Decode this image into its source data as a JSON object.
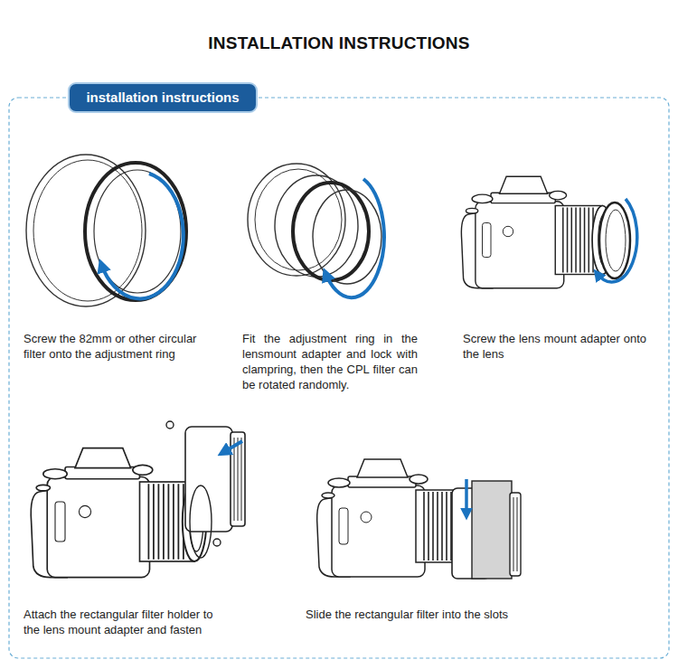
{
  "diagram": {
    "title": "INSTALLATION INSTRUCTIONS",
    "nodes": [
      {
        "text": [
          "installation instructions"
        ]
      }
    ],
    "labels": [
      "Screw the 82mm or other circular filter onto the adjustment ring",
      "Fit the adjustment ring in the lensmount adapter and lock with clampring, then the CPL filter can be rotated randomly.",
      "Screw the lens mount adapter onto the lens",
      "Attach the rectangular filter holder to the lens mount adapter and fasten",
      "Slide the rectangular filter into the slots"
    ]
  }
}
